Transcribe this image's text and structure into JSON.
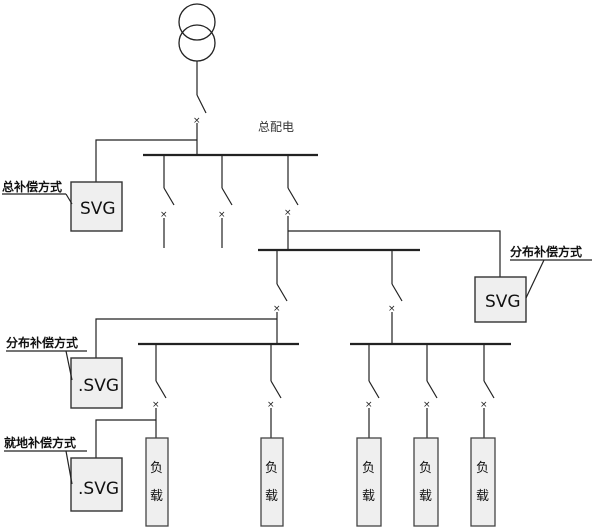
{
  "labels": {
    "main_distribution": "总配电",
    "central_compensation": "总补偿方式",
    "distributed_compensation_right": "分布补偿方式",
    "distributed_compensation_left": "分布补偿方式",
    "local_compensation": "就地补偿方式"
  },
  "svg_devices": {
    "central": "SVG",
    "distributed_right": "SVG",
    "distributed_left": ".SVG",
    "local": ".SVG"
  },
  "load": {
    "line1": "负",
    "line2": "载"
  },
  "switch_mark": "×"
}
